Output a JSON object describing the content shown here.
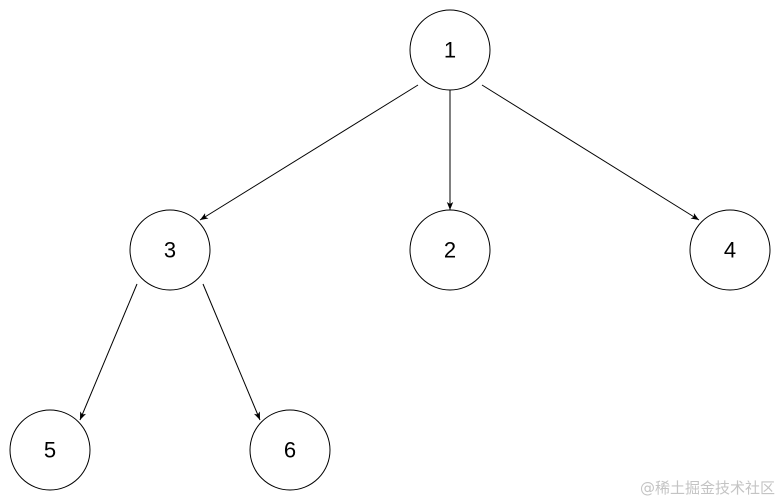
{
  "diagram": {
    "nodes": [
      {
        "id": "1",
        "label": "1"
      },
      {
        "id": "3",
        "label": "3"
      },
      {
        "id": "2",
        "label": "2"
      },
      {
        "id": "4",
        "label": "4"
      },
      {
        "id": "5",
        "label": "5"
      },
      {
        "id": "6",
        "label": "6"
      }
    ],
    "edges": [
      {
        "from": "1",
        "to": "3"
      },
      {
        "from": "1",
        "to": "2"
      },
      {
        "from": "1",
        "to": "4"
      },
      {
        "from": "3",
        "to": "5"
      },
      {
        "from": "3",
        "to": "6"
      }
    ]
  },
  "watermark": {
    "text": "@稀土掘金技术社区"
  }
}
